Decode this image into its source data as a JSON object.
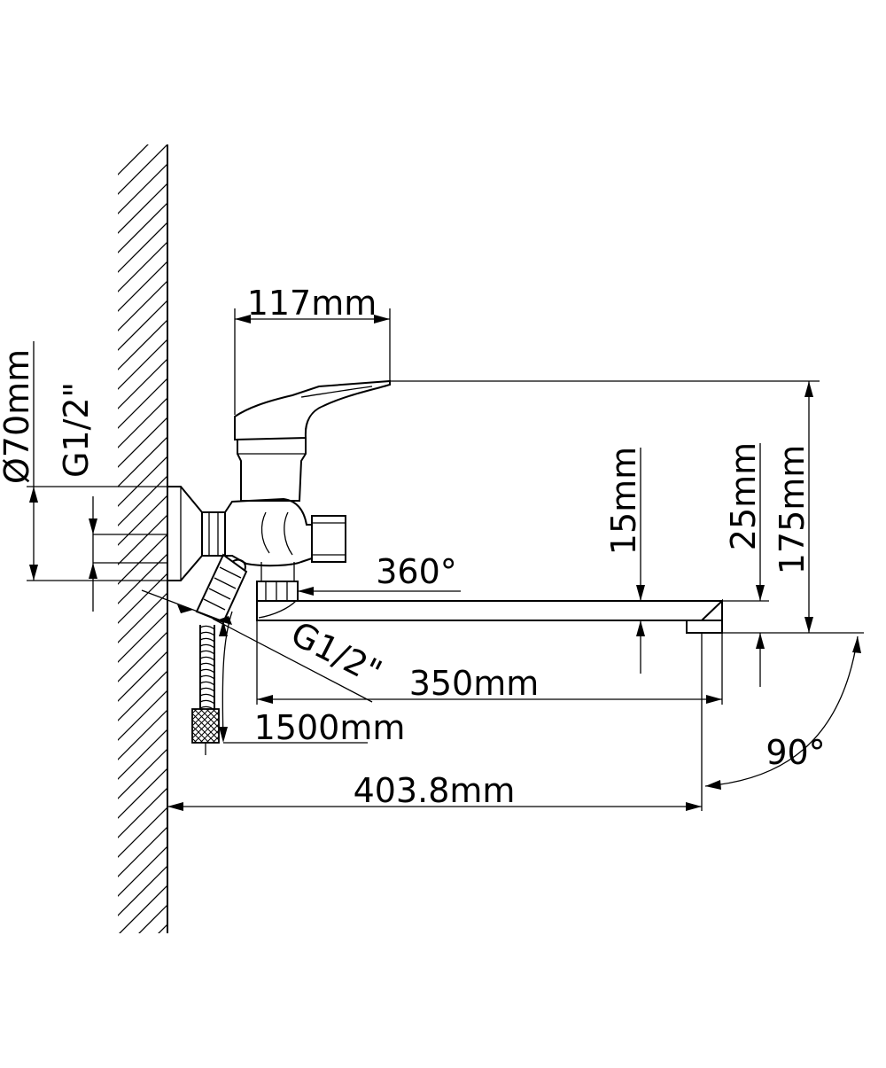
{
  "labels": {
    "handle_width": "117mm",
    "height_total": "175mm",
    "height_25": "25mm",
    "height_15": "15mm",
    "rotation": "360°",
    "spout_length": "350mm",
    "hose_length": "1500mm",
    "total_reach": "403.8mm",
    "angle": "90°",
    "flange_diameter": "Ø70mm",
    "thread_inlet": "G1/2\"",
    "thread_hose": "G1/2\""
  },
  "colors": {
    "line": "#000000",
    "background": "#ffffff"
  }
}
